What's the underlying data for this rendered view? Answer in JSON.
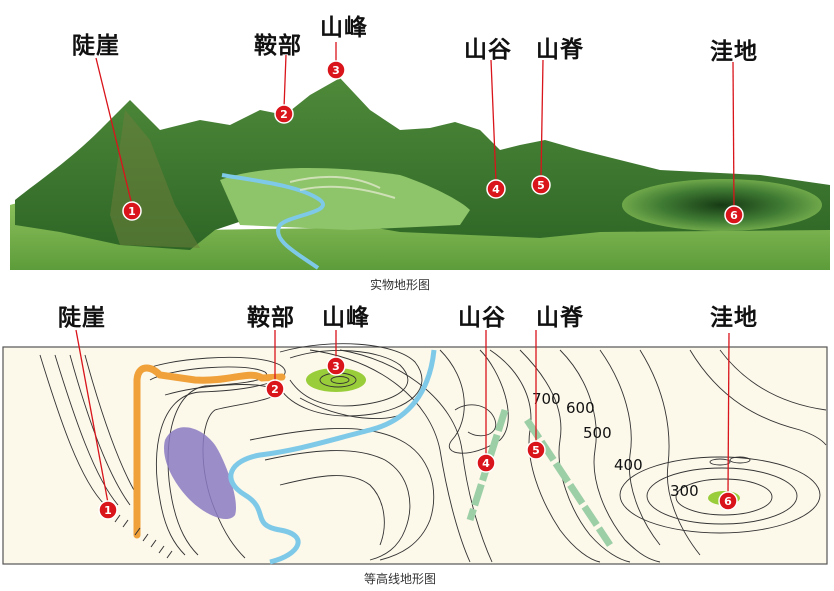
{
  "terrain_panel": {
    "caption": "实物地形图",
    "labels": {
      "cliff": "陡崖",
      "saddle": "鞍部",
      "peak": "山峰",
      "valley": "山谷",
      "ridge": "山脊",
      "depression": "洼地"
    },
    "markers": [
      "1",
      "2",
      "3",
      "4",
      "5",
      "6"
    ]
  },
  "contour_panel": {
    "caption": "等高线地形图",
    "labels": {
      "cliff": "陡崖",
      "saddle": "鞍部",
      "peak": "山峰",
      "valley": "山谷",
      "ridge": "山脊",
      "depression": "洼地"
    },
    "markers": [
      "1",
      "2",
      "3",
      "4",
      "5",
      "6"
    ],
    "elevations": [
      "700",
      "600",
      "500",
      "400",
      "300"
    ]
  },
  "colors": {
    "mountain_dark": "#2f6b2a",
    "mountain_light": "#7fb14e",
    "river": "#7ec9e8",
    "marker_red": "#d9141b",
    "cliff_orange": "#f0a13a",
    "steep_purple": "#8a7ac2",
    "ridge_green": "#9ccfa6",
    "map_bg": "#fcf8ea"
  }
}
